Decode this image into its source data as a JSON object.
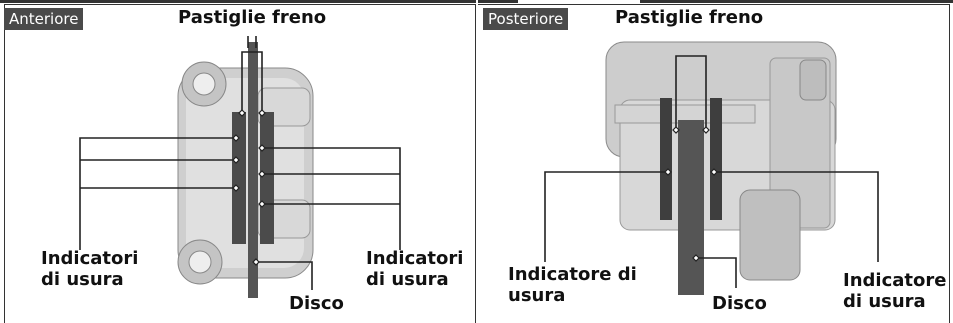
{
  "sections": {
    "front": {
      "tag": "Anteriore",
      "pads_label": "Pastiglie freno",
      "wear_left": [
        "Indicatori",
        "di usura"
      ],
      "wear_right": [
        "Indicatori",
        "di usura"
      ],
      "disc_label": "Disco"
    },
    "rear": {
      "tag": "Posteriore",
      "pads_label": "Pastiglie freno",
      "wear_left": [
        "Indicatore di",
        "usura"
      ],
      "wear_right": [
        "Indicatore",
        "di usura"
      ],
      "disc_label": "Disco"
    }
  },
  "colors": {
    "tag_bg": "#4a4a4a",
    "line": "#222222",
    "caliper": "#c9c9c9",
    "pad": "#3a3a3a"
  }
}
